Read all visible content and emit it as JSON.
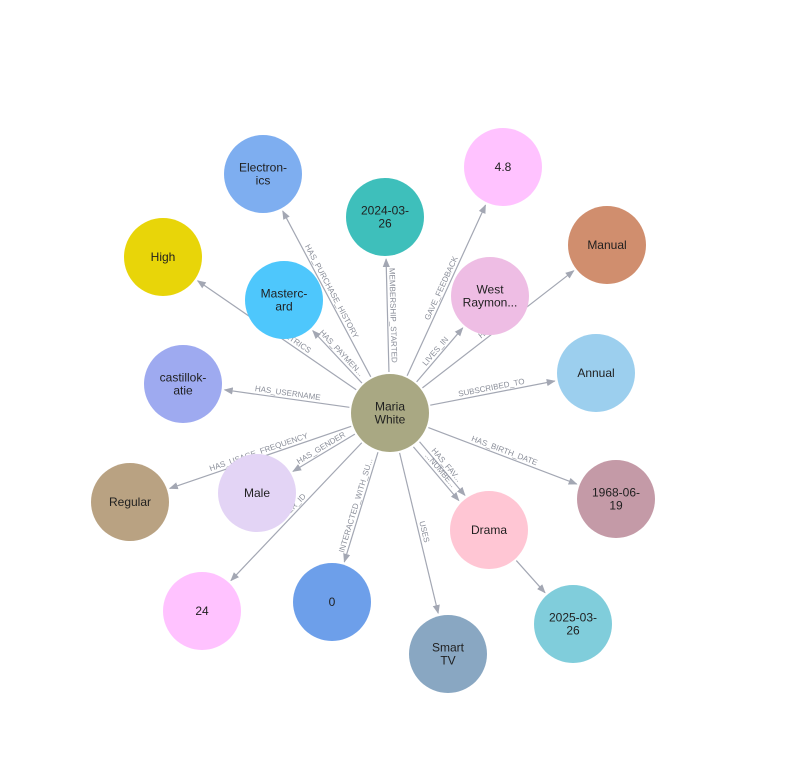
{
  "graph": {
    "center": {
      "id": "maria",
      "lines": [
        "Maria",
        "White"
      ],
      "color": "#a9a883"
    },
    "nodes": [
      {
        "id": "electronics",
        "lines": [
          "Electron-",
          "ics"
        ],
        "color": "#7eaef0"
      },
      {
        "id": "date2024",
        "lines": [
          "2024-03-",
          "26"
        ],
        "color": "#3ebfbb"
      },
      {
        "id": "rating",
        "lines": [
          "4.8"
        ],
        "color": "#ffc2ff"
      },
      {
        "id": "manual",
        "lines": [
          "Manual"
        ],
        "color": "#d08e6e"
      },
      {
        "id": "high",
        "lines": [
          "High"
        ],
        "color": "#e8d509"
      },
      {
        "id": "mastercard",
        "lines": [
          "Masterc-",
          "ard"
        ],
        "color": "#4ec7fc"
      },
      {
        "id": "westraymond",
        "lines": [
          "West",
          "Raymon..."
        ],
        "color": "#eebde4"
      },
      {
        "id": "username",
        "lines": [
          "castillok-",
          "atie"
        ],
        "color": "#9eaaf0"
      },
      {
        "id": "annual",
        "lines": [
          "Annual"
        ],
        "color": "#9ccfee"
      },
      {
        "id": "regular",
        "lines": [
          "Regular"
        ],
        "color": "#b9a282"
      },
      {
        "id": "male",
        "lines": [
          "Male"
        ],
        "color": "#e3d4f5"
      },
      {
        "id": "birth",
        "lines": [
          "1968-06-",
          "19"
        ],
        "color": "#c49aa7"
      },
      {
        "id": "drama",
        "lines": [
          "Drama"
        ],
        "color": "#ffc6d4"
      },
      {
        "id": "n24",
        "lines": [
          "24"
        ],
        "color": "#ffc2ff"
      },
      {
        "id": "zero",
        "lines": [
          "0"
        ],
        "color": "#6d9fea"
      },
      {
        "id": "date2025",
        "lines": [
          "2025-03-",
          "26"
        ],
        "color": "#80cddb"
      },
      {
        "id": "smarttv",
        "lines": [
          "Smart",
          "TV"
        ],
        "color": "#89a7c2"
      }
    ],
    "edges": [
      {
        "target": "electronics",
        "label": "HAS_PURCHASE_HISTORY"
      },
      {
        "target": "date2024",
        "label": "MEMBERSHIP_STARTED"
      },
      {
        "target": "rating",
        "label": "GAVE_FEEDBACK"
      },
      {
        "target": "manual",
        "label": "HAS_RE..."
      },
      {
        "target": "high",
        "label": "HAS_...T_METRICS"
      },
      {
        "target": "mastercard",
        "label": "HAS_PAYMEN..."
      },
      {
        "target": "westraymond",
        "label": "LIVES_IN"
      },
      {
        "target": "username",
        "label": "HAS_USERNAME"
      },
      {
        "target": "annual",
        "label": "SUBSCRIBED_TO"
      },
      {
        "target": "regular",
        "label": "HAS_USAGE_FREQUENCY"
      },
      {
        "target": "male",
        "label": "HAS_GENDER"
      },
      {
        "target": "birth",
        "label": "HAS_BIRTH_DATE"
      },
      {
        "target": "drama",
        "label": "HAS_FAV..."
      },
      {
        "target": "n24",
        "label": "...SER_ID"
      },
      {
        "target": "zero",
        "label": "INTERACTED_WITH_SU..."
      },
      {
        "target": "date2025",
        "label": ""
      },
      {
        "target": "smarttv",
        "label": "USES"
      },
      {
        "target": "drama",
        "label": "...NUMBE..."
      }
    ]
  }
}
